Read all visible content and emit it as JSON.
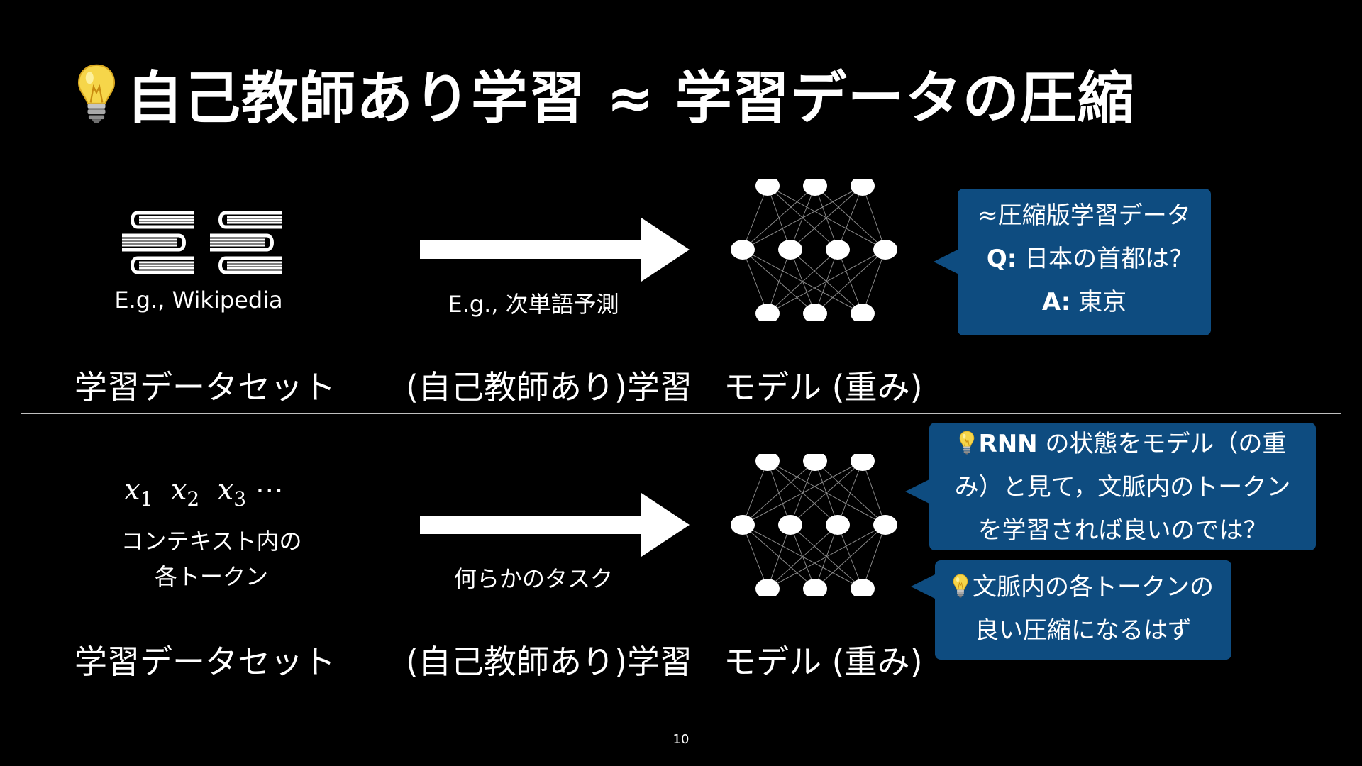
{
  "title": "自己教師あり学習 ≈ 学習データの圧縮",
  "top": {
    "data_caption": "E.g., Wikipedia",
    "arrow_caption": "E.g., 次単語予測",
    "labels": {
      "dataset": "学習データセット",
      "training": "(自己教師あり)学習",
      "model": "モデル (重み)"
    },
    "bubble": {
      "line1": "≈圧縮版学習データ",
      "q_label": "Q:",
      "q_text": "日本の首都は?",
      "a_label": "A:",
      "a_text": "東京"
    }
  },
  "bottom": {
    "tokens": {
      "x1": "x",
      "s1": "1",
      "x2": "x",
      "s2": "2",
      "x3": "x",
      "s3": "3",
      "ellipsis": "⋯"
    },
    "token_caption_line1": "コンテキスト内の",
    "token_caption_line2": "各トークン",
    "arrow_caption": "何らかのタスク",
    "labels": {
      "dataset": "学習データセット",
      "training": "(自己教師あり)学習",
      "model": "モデル (重み)"
    },
    "bubble1": {
      "rnn": "RNN",
      "line1_rest": " の状態をモデル（の重",
      "line2": "み）と見て，文脈内のトークン",
      "line3": "を学習されば良いのでは？"
    },
    "bubble2": {
      "line1": "文脈内の各トークンの",
      "line2": "良い圧縮になるはず"
    }
  },
  "page_number": "10",
  "colors": {
    "background": "#000000",
    "bubble": "#0e4c80",
    "text": "#ffffff"
  },
  "icons": [
    "lightbulb-icon",
    "books-icon",
    "right-arrow-icon",
    "neural-network-icon"
  ]
}
